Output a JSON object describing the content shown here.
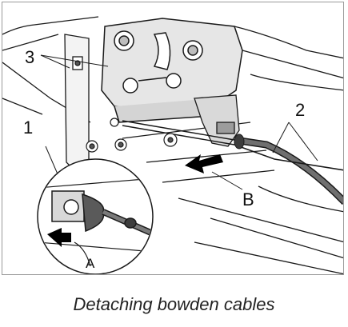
{
  "figure": {
    "callouts": {
      "c1": "1",
      "c2": "2",
      "c3": "3",
      "ca": "A",
      "cb": "B"
    },
    "caption": "Detaching bowden cables"
  },
  "colors": {
    "line": "#1a1a1a",
    "panel": "#eaeaea",
    "shade": "#c9c9c9",
    "dark": "#555555",
    "arrow": "#000000"
  }
}
